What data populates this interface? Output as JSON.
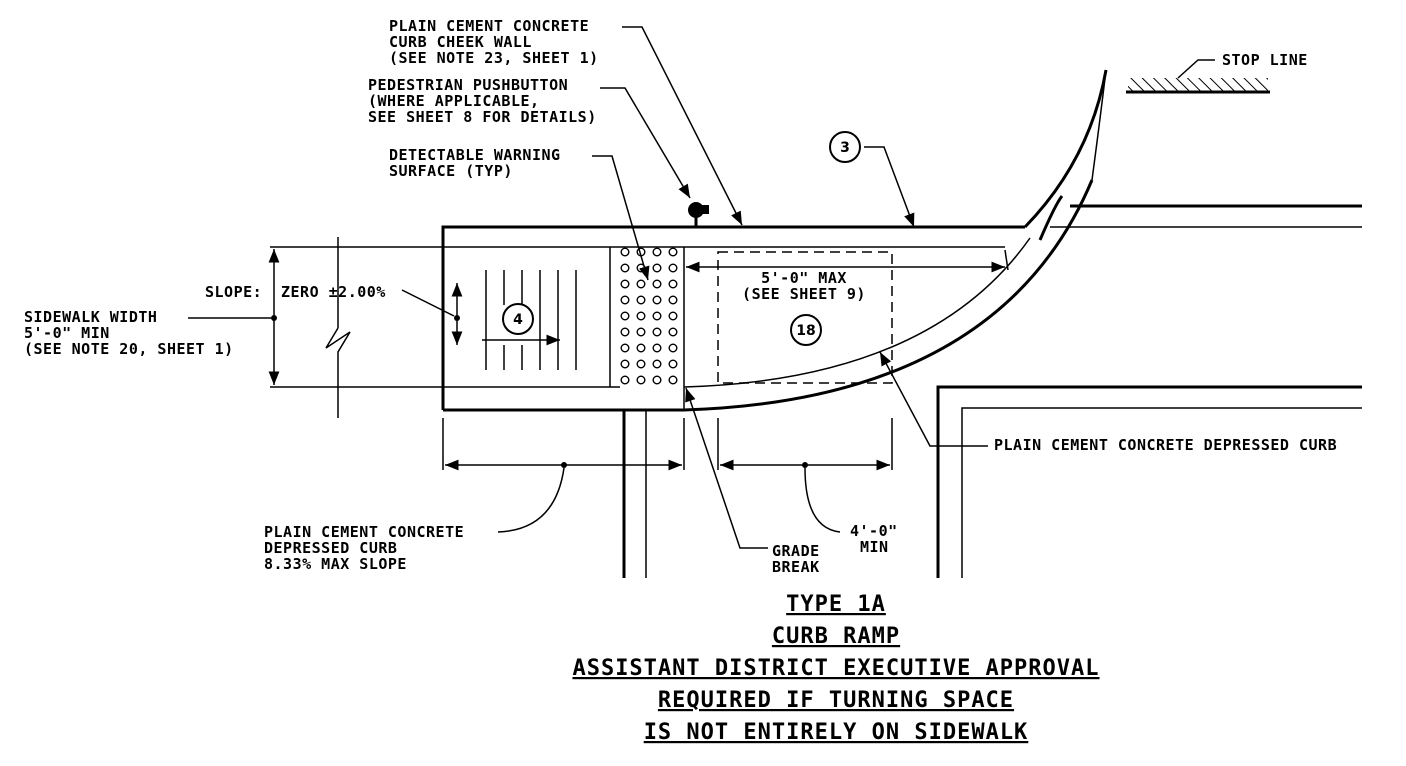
{
  "callouts": {
    "cheek_wall": [
      "PLAIN CEMENT CONCRETE",
      "CURB CHEEK WALL",
      "(SEE NOTE 23, SHEET 1)"
    ],
    "pushbutton": [
      "PEDESTRIAN PUSHBUTTON",
      "(WHERE APPLICABLE,",
      "SEE SHEET 8 FOR DETAILS)"
    ],
    "warning": [
      "DETECTABLE WARNING",
      "SURFACE (TYP)"
    ],
    "stop_line": "STOP LINE",
    "slope": "SLOPE:",
    "slope_value": "ZERO ±2.00%",
    "sidewalk_width": [
      "SIDEWALK WIDTH",
      "5'-0\" MIN",
      "(SEE NOTE 20, SHEET 1)"
    ],
    "max_dim": [
      "5'-0\" MAX",
      "(SEE SHEET 9)"
    ],
    "depressed_curb_right": "PLAIN CEMENT CONCRETE DEPRESSED CURB",
    "depressed_curb_left": [
      "PLAIN CEMENT CONCRETE",
      "DEPRESSED CURB",
      "8.33% MAX SLOPE"
    ],
    "grade_break": [
      "GRADE",
      "BREAK"
    ],
    "min_dim": [
      "4'-0\"",
      "MIN"
    ]
  },
  "markers": {
    "m3": "3",
    "m4": "4",
    "m18": "18"
  },
  "title": [
    "TYPE 1A",
    "CURB RAMP",
    "ASSISTANT DISTRICT EXECUTIVE APPROVAL",
    "REQUIRED IF TURNING SPACE",
    "IS NOT ENTIRELY ON SIDEWALK"
  ]
}
